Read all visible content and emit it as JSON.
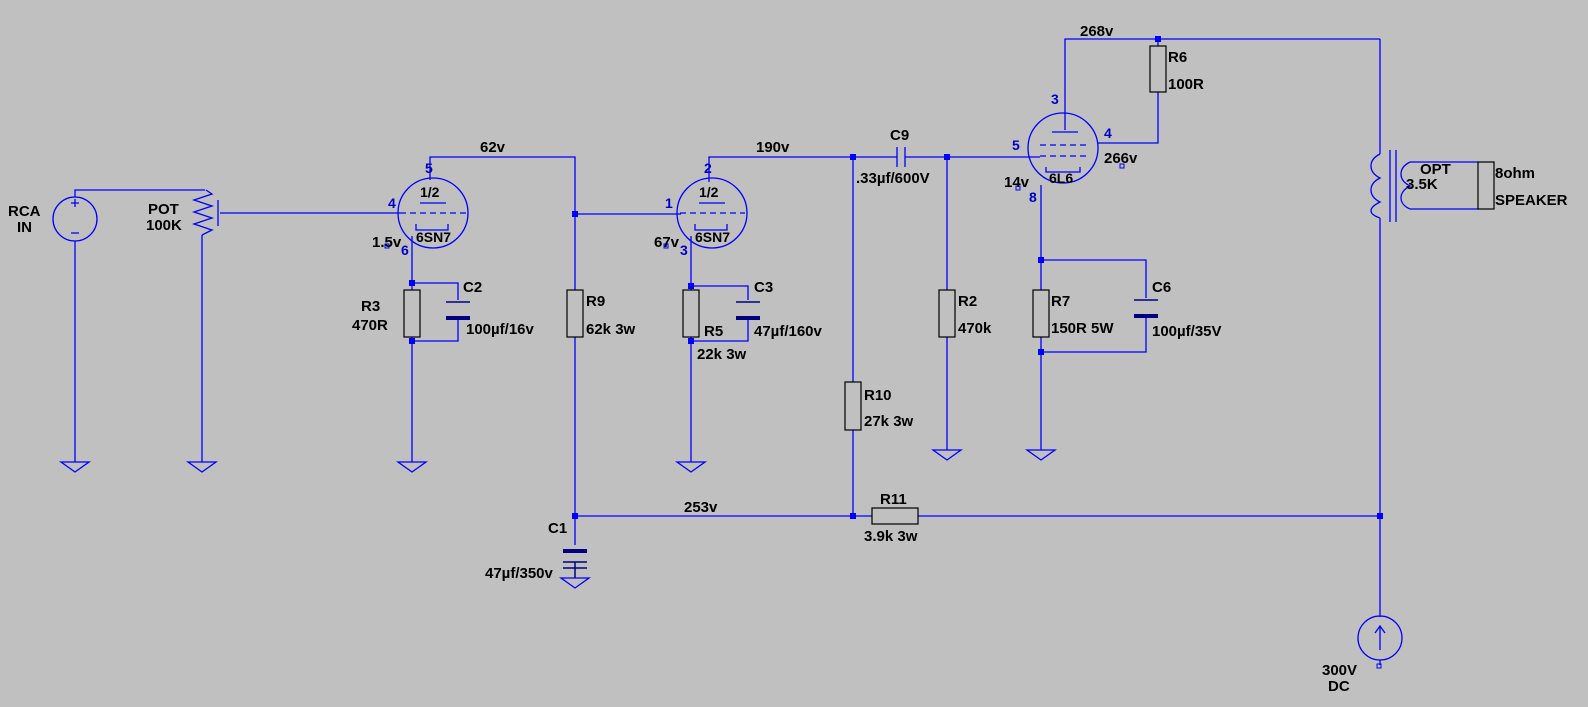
{
  "sources": {
    "rca_line1": "RCA",
    "rca_line2": "IN",
    "dc_line1": "300V",
    "dc_line2": "DC"
  },
  "pot": {
    "name": "POT",
    "value": "100K"
  },
  "tubes": {
    "v1": {
      "section": "1/2",
      "type": "6SN7",
      "pins": {
        "anode": "5",
        "grid": "4",
        "cathode": "6"
      }
    },
    "v2": {
      "section": "1/2",
      "type": "6SN7",
      "pins": {
        "anode": "2",
        "grid": "1",
        "cathode": "3"
      }
    },
    "v3": {
      "type": "6L6",
      "pins": {
        "anode": "3",
        "screen": "4",
        "grid": "5",
        "cathode": "8"
      }
    }
  },
  "components": {
    "R3": {
      "name": "R3",
      "value": "470R"
    },
    "C2": {
      "name": "C2",
      "value": "100µf/16v"
    },
    "R9": {
      "name": "R9",
      "value": "62k 3w"
    },
    "R5": {
      "name": "R5",
      "value": "22k 3w"
    },
    "C3": {
      "name": "C3",
      "value": "47µf/160v"
    },
    "C9": {
      "name": "C9",
      "value": ".33µf/600V"
    },
    "R10": {
      "name": "R10",
      "value": "27k 3w"
    },
    "R2": {
      "name": "R2",
      "value": "470k"
    },
    "R6": {
      "name": "R6",
      "value": "100R"
    },
    "R7": {
      "name": "R7",
      "value": "150R 5W"
    },
    "C6": {
      "name": "C6",
      "value": "100µf/35V"
    },
    "C1": {
      "name": "C1",
      "value": "47µf/350v"
    },
    "R11": {
      "name": "R11",
      "value": "3.9k 3w"
    },
    "OPT": {
      "name": "OPT",
      "value": "3.5K"
    },
    "SPK": {
      "name": "8ohm",
      "value": "SPEAKER"
    }
  },
  "voltages": {
    "v1_anode": "62v",
    "v1_cathode": "1.5v",
    "v2_anode": "190v",
    "v2_cathode": "67v",
    "v3_anode": "268v",
    "v3_screen": "266v",
    "v3_cathode": "14v",
    "supply_node": "253v"
  },
  "colors": {
    "background": "#c0c0c0",
    "wire": "#0000ff",
    "capacitor_plate": "#000080",
    "text": "#000000",
    "pin_number": "#0000cc"
  }
}
